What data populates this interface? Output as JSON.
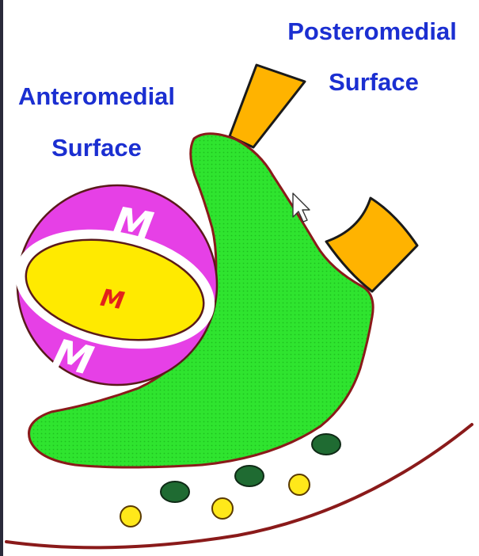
{
  "labels": {
    "posteromedial_line1": "Posteromedial",
    "posteromedial_line2": "Surface",
    "anteromedial_line1": "Anteromedial",
    "anteromedial_line2": "Surface"
  },
  "circle_letters": {
    "top": "M",
    "middle": "M",
    "bottom": "M"
  },
  "colors": {
    "label_text": "#1b2fd1",
    "green_body": "#2ee62e",
    "body_outline": "#8a1a1a",
    "magenta": "#e640e6",
    "yellow": "#ffea00",
    "orange": "#ffb300",
    "dark_green": "#1f6b32",
    "small_yellow": "#ffe81a",
    "baseline_curve": "#8a1a1a"
  }
}
